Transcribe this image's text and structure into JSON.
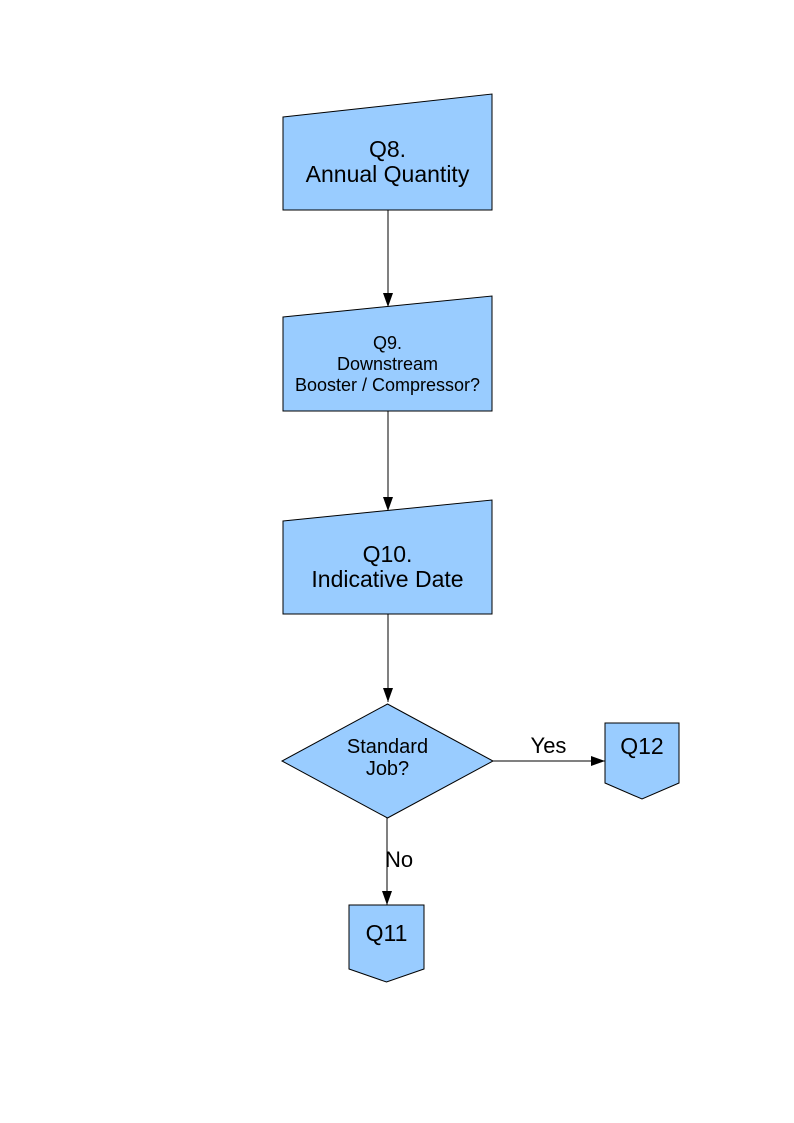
{
  "diagram": {
    "type": "flowchart",
    "nodes": {
      "q8": {
        "shape": "manual-input",
        "line1": "Q8.",
        "line2": "Annual Quantity"
      },
      "q9": {
        "shape": "manual-input",
        "line1": "Q9.",
        "line2": "Downstream",
        "line3": "Booster / Compressor?"
      },
      "q10": {
        "shape": "manual-input",
        "line1": "Q10.",
        "line2": "Indicative Date"
      },
      "decision": {
        "shape": "diamond",
        "line1": "Standard",
        "line2": "Job?"
      },
      "q12": {
        "shape": "off-page-connector",
        "label": "Q12"
      },
      "q11": {
        "shape": "off-page-connector",
        "label": "Q11"
      }
    },
    "edges": [
      {
        "from": "q8",
        "to": "q9",
        "label": ""
      },
      {
        "from": "q9",
        "to": "q10",
        "label": ""
      },
      {
        "from": "q10",
        "to": "decision",
        "label": ""
      },
      {
        "from": "decision",
        "to": "q12",
        "label": "Yes"
      },
      {
        "from": "decision",
        "to": "q11",
        "label": "No"
      }
    ],
    "labels": {
      "yes": "Yes",
      "no": "No"
    },
    "colors": {
      "node_fill": "#99CCFF",
      "node_border": "#000000",
      "line": "#000000",
      "background": "#FFFFFF"
    }
  }
}
